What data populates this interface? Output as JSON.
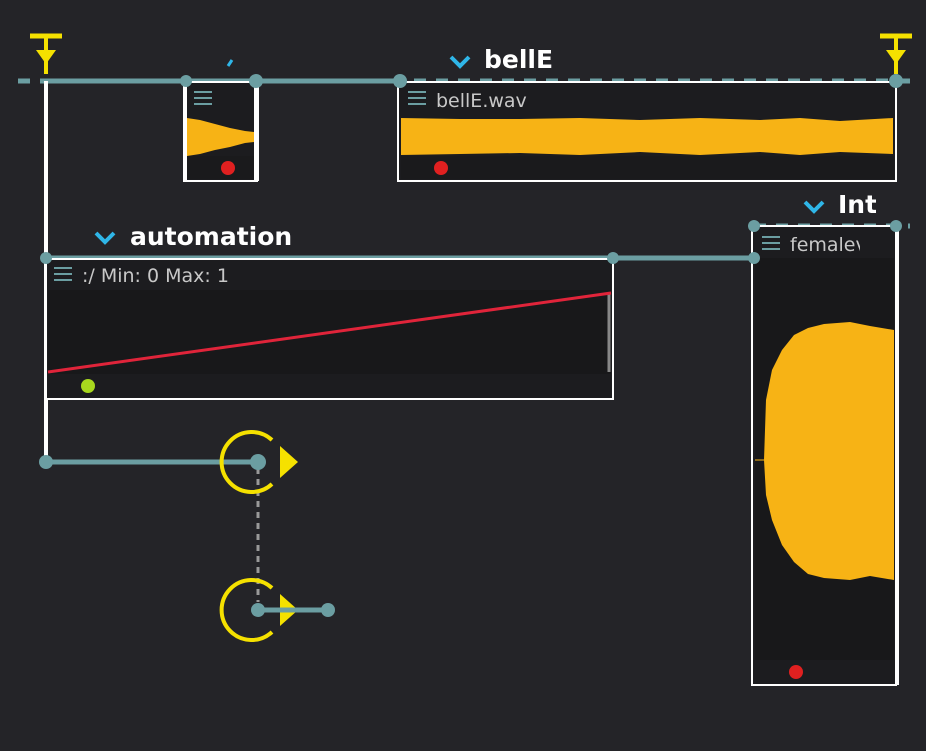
{
  "timeline": {
    "clips": [
      {
        "id": "clip-small",
        "title": "",
        "subtitle": ""
      },
      {
        "id": "clip-bell",
        "title": "bellE",
        "subtitle": "bellE.wav"
      },
      {
        "id": "clip-auto",
        "title": "automation",
        "subtitle": ":/  Min: 0  Max: 1",
        "automation": {
          "min": 0,
          "max": 1,
          "start_value": 0,
          "end_value": 1
        }
      },
      {
        "id": "clip-inte",
        "title": "Inte",
        "subtitle": "femalev"
      }
    ]
  },
  "colors": {
    "background": "#242428",
    "track_line": "#6b9ea2",
    "waveform": "#f7b315",
    "marker_yellow": "#f5e100",
    "record_dot": "#e02020",
    "play_dot": "#a8d81e",
    "automation_curve": "#e0243a",
    "chevron": "#2fb6e8"
  },
  "icons": [
    "timeline-start-marker-icon",
    "timeline-end-marker-icon",
    "chevron-down-icon",
    "menu-icon",
    "record-dot-icon",
    "play-dot-icon",
    "output-node-icon"
  ]
}
